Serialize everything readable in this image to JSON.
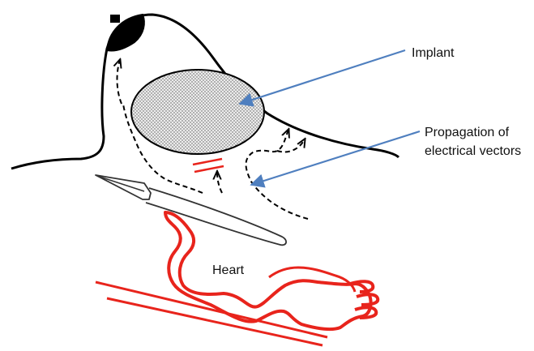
{
  "labels": {
    "implant": "Implant",
    "propagation_line1": "Propagation of",
    "propagation_line2": "electrical vectors",
    "heart": "Heart"
  },
  "colors": {
    "outline": "#000000",
    "heart": "#e8241c",
    "arrow": "#4f7fbf",
    "implant_fill": "#e9e9e9",
    "implant_dots": "#555555"
  }
}
